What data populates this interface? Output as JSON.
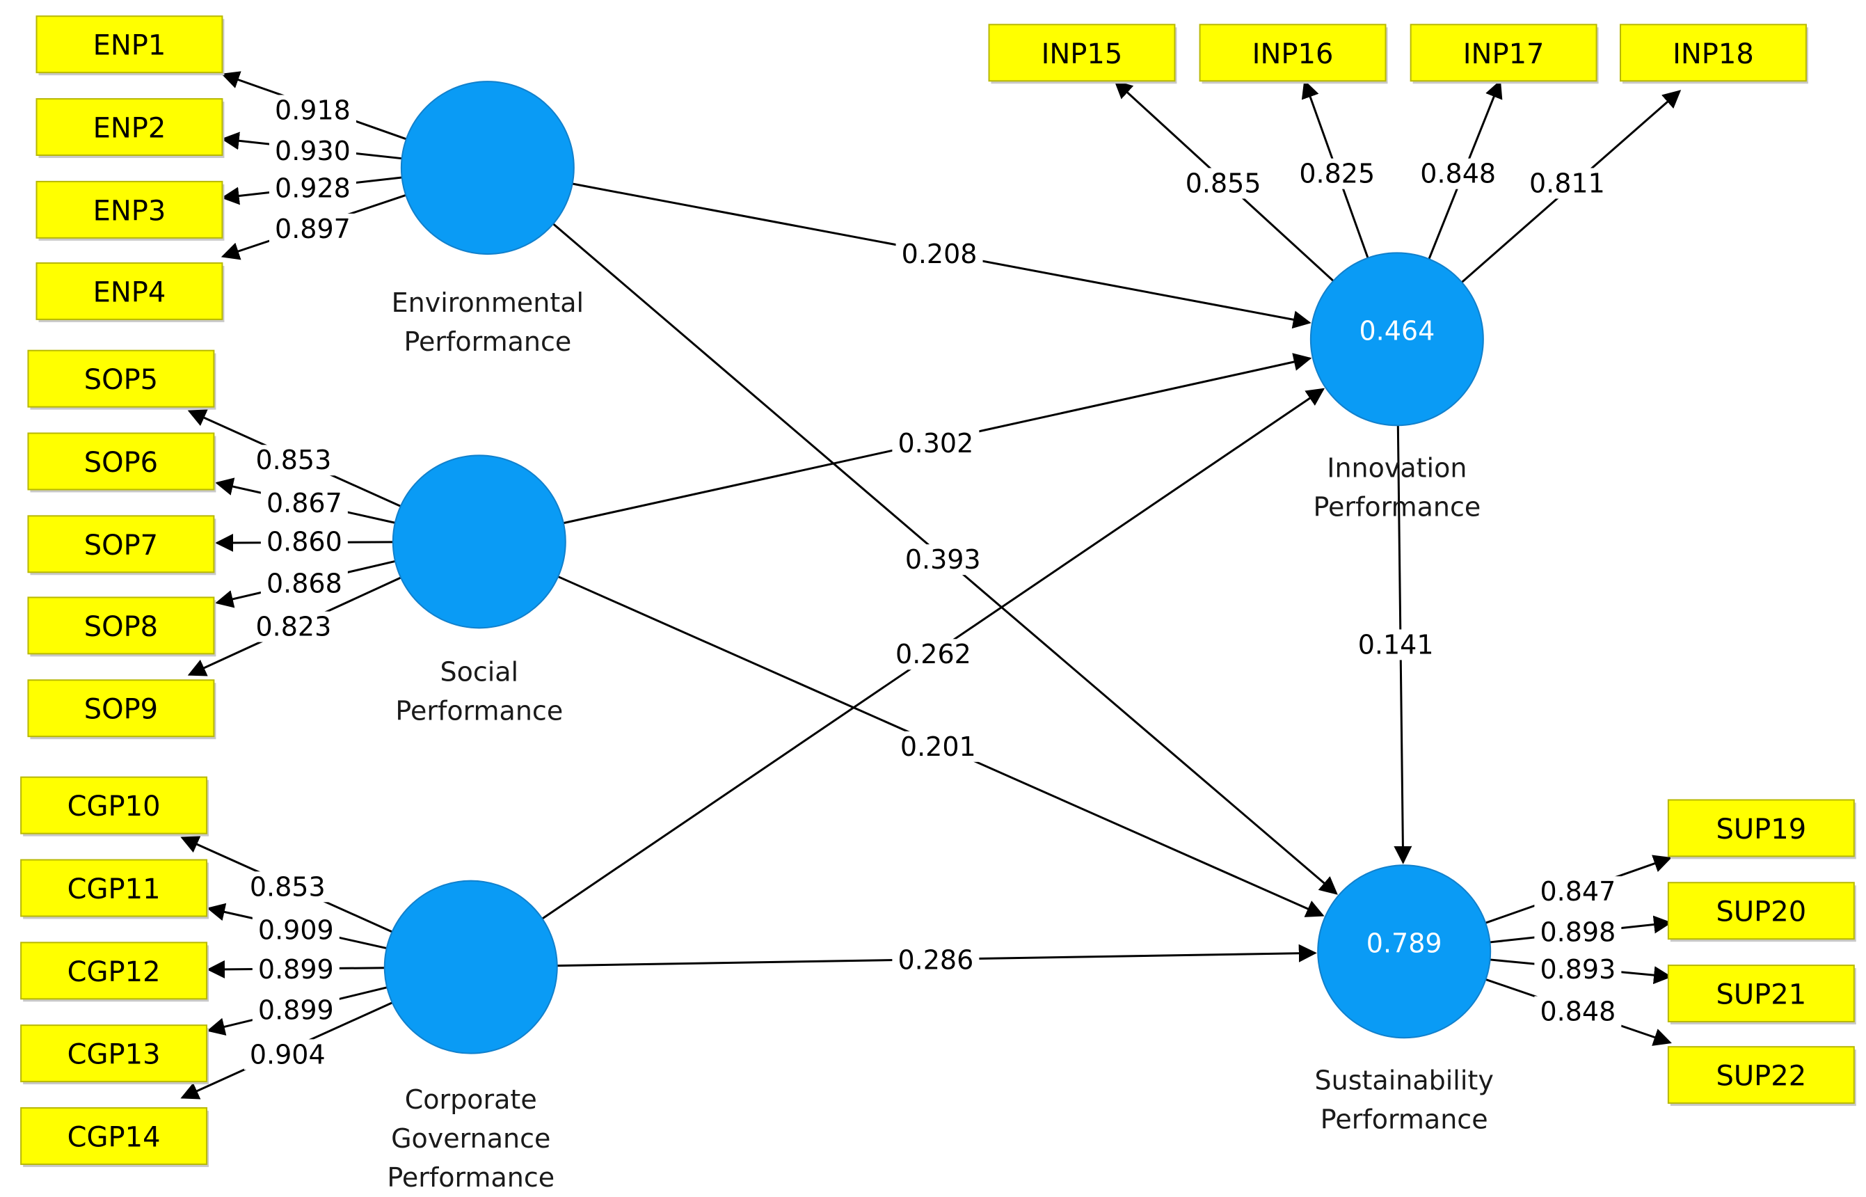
{
  "constructs": {
    "env": {
      "label_lines": [
        "Environmental",
        "Performance"
      ],
      "value": ""
    },
    "soc": {
      "label_lines": [
        "Social",
        "Performance"
      ],
      "value": ""
    },
    "cgp": {
      "label_lines": [
        "Corporate",
        "Governance",
        "Performance"
      ],
      "value": ""
    },
    "inn": {
      "label_lines": [
        "Innovation",
        "Performance"
      ],
      "value": "0.464"
    },
    "sus": {
      "label_lines": [
        "Sustainability",
        "Performance"
      ],
      "value": "0.789"
    }
  },
  "indicators": {
    "ENP1": {
      "construct": "env",
      "loading": "0.918"
    },
    "ENP2": {
      "construct": "env",
      "loading": "0.930"
    },
    "ENP3": {
      "construct": "env",
      "loading": "0.928"
    },
    "ENP4": {
      "construct": "env",
      "loading": "0.897"
    },
    "SOP5": {
      "construct": "soc",
      "loading": "0.853"
    },
    "SOP6": {
      "construct": "soc",
      "loading": "0.867"
    },
    "SOP7": {
      "construct": "soc",
      "loading": "0.860"
    },
    "SOP8": {
      "construct": "soc",
      "loading": "0.868"
    },
    "SOP9": {
      "construct": "soc",
      "loading": "0.823"
    },
    "CGP10": {
      "construct": "cgp",
      "loading": "0.853"
    },
    "CGP11": {
      "construct": "cgp",
      "loading": "0.909"
    },
    "CGP12": {
      "construct": "cgp",
      "loading": "0.899"
    },
    "CGP13": {
      "construct": "cgp",
      "loading": "0.899"
    },
    "CGP14": {
      "construct": "cgp",
      "loading": "0.904"
    },
    "INP15": {
      "construct": "inn",
      "loading": "0.855"
    },
    "INP16": {
      "construct": "inn",
      "loading": "0.825"
    },
    "INP17": {
      "construct": "inn",
      "loading": "0.848"
    },
    "INP18": {
      "construct": "inn",
      "loading": "0.811"
    },
    "SUP19": {
      "construct": "sus",
      "loading": "0.847"
    },
    "SUP20": {
      "construct": "sus",
      "loading": "0.898"
    },
    "SUP21": {
      "construct": "sus",
      "loading": "0.893"
    },
    "SUP22": {
      "construct": "sus",
      "loading": "0.848"
    }
  },
  "paths": [
    {
      "from": "env",
      "to": "inn",
      "coef": "0.208"
    },
    {
      "from": "env",
      "to": "sus",
      "coef": "0.393"
    },
    {
      "from": "soc",
      "to": "inn",
      "coef": "0.302"
    },
    {
      "from": "soc",
      "to": "sus",
      "coef": "0.201"
    },
    {
      "from": "cgp",
      "to": "inn",
      "coef": "0.262"
    },
    {
      "from": "cgp",
      "to": "sus",
      "coef": "0.286"
    },
    {
      "from": "inn",
      "to": "sus",
      "coef": "0.141"
    }
  ],
  "colors": {
    "indicator_fill": "#ffff00",
    "construct_fill": "#0a9bf5"
  }
}
